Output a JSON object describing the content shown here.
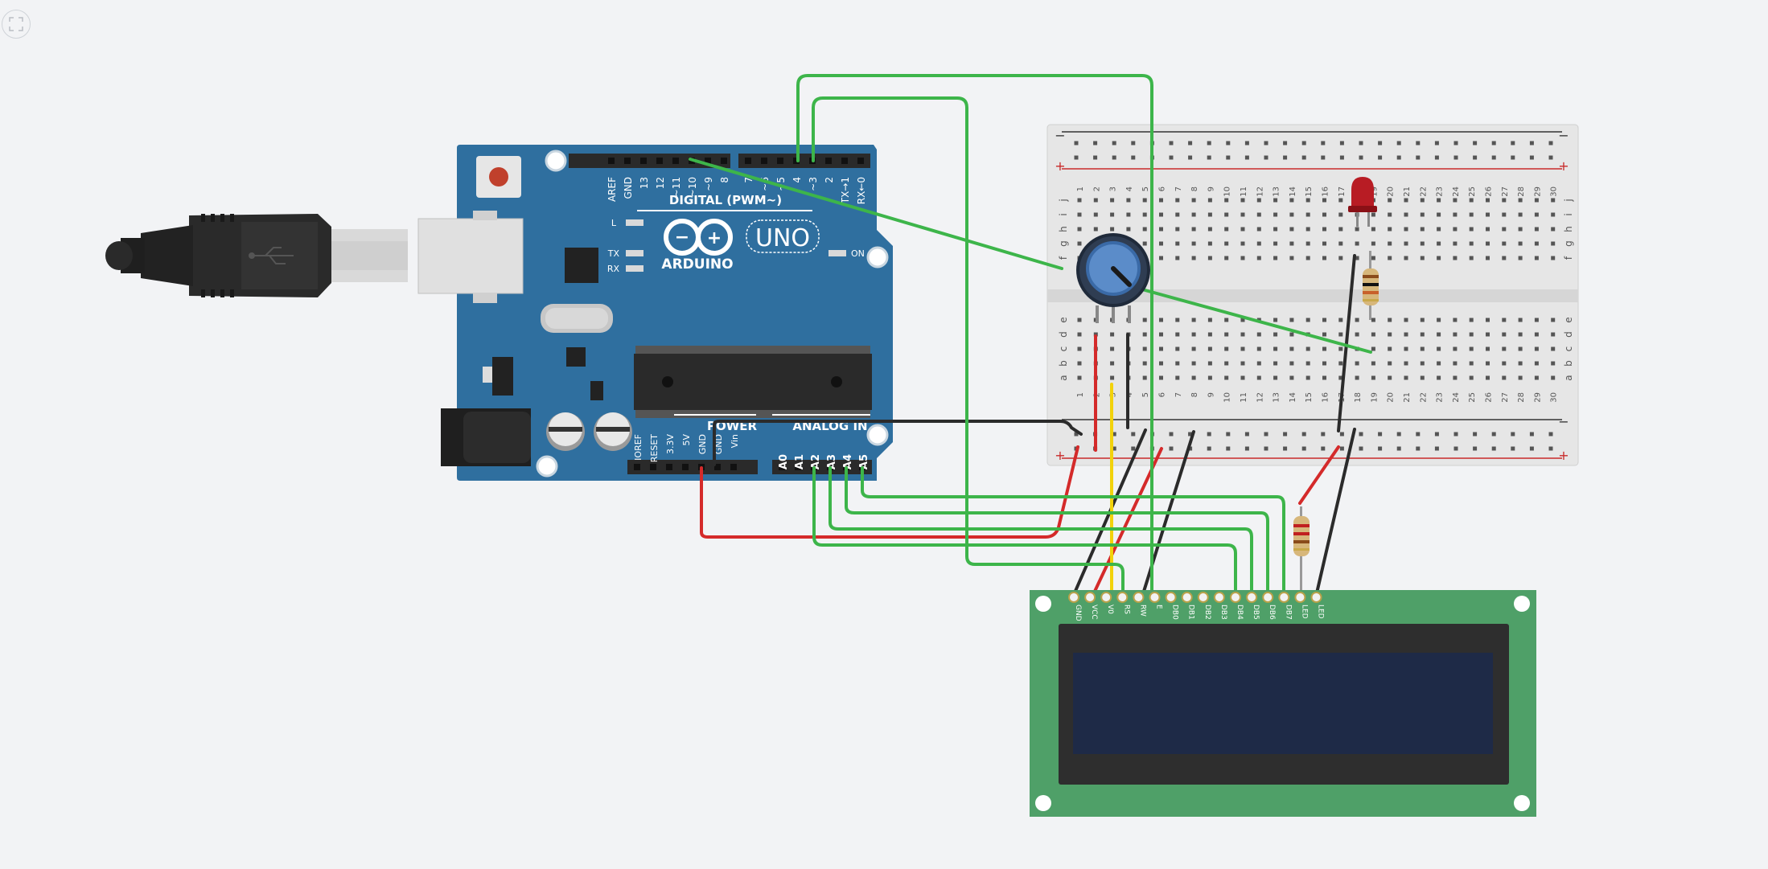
{
  "toolbar": {
    "fullscreen_icon": "fullscreen-icon"
  },
  "arduino": {
    "brand": "ARDUINO",
    "model": "UNO",
    "digital_header": "DIGITAL (PWM~)",
    "power_label": "POWER",
    "analog_label": "ANALOG IN",
    "on_label": "ON",
    "l_label": "L",
    "tx_label": "TX",
    "rx_label": "RX",
    "digital_pins": [
      "AREF",
      "GND",
      "13",
      "12",
      "~11",
      "~10",
      "~9",
      "8",
      "7",
      "~6",
      "~5",
      "4",
      "~3",
      "2",
      "TX→1",
      "RX←0"
    ],
    "power_pins": [
      "IOREF",
      "RESET",
      "3.3V",
      "5V",
      "GND",
      "GND",
      "Vin"
    ],
    "analog_pins": [
      "A0",
      "A1",
      "A2",
      "A3",
      "A4",
      "A5"
    ]
  },
  "breadboard": {
    "rail_minus": "−",
    "rail_plus": "+",
    "columns": [
      "1",
      "2",
      "3",
      "4",
      "5",
      "6",
      "7",
      "8",
      "9",
      "10",
      "11",
      "12",
      "13",
      "14",
      "15",
      "16",
      "17",
      "18",
      "19",
      "20",
      "21",
      "22",
      "23",
      "24",
      "25",
      "26",
      "27",
      "28",
      "29",
      "30"
    ],
    "top_rows": [
      "j",
      "i",
      "h",
      "g",
      "f"
    ],
    "bottom_rows": [
      "e",
      "d",
      "c",
      "b",
      "a"
    ]
  },
  "lcd": {
    "pins": [
      "GND",
      "VCC",
      "V0",
      "RS",
      "RW",
      "E",
      "DB0",
      "DB1",
      "DB2",
      "DB3",
      "DB4",
      "DB5",
      "DB6",
      "DB7",
      "LED",
      "LED"
    ]
  },
  "colors": {
    "background": "#f2f3f5",
    "arduino_board": "#2f6f9f",
    "breadboard": "#e8e8e8",
    "lcd_pcb": "#4fa068",
    "lcd_screen": "#1e2a47",
    "wire_green": "#3db54a",
    "wire_red": "#d42a2a",
    "wire_black": "#2b2b2b",
    "wire_yellow": "#f2d20b"
  }
}
